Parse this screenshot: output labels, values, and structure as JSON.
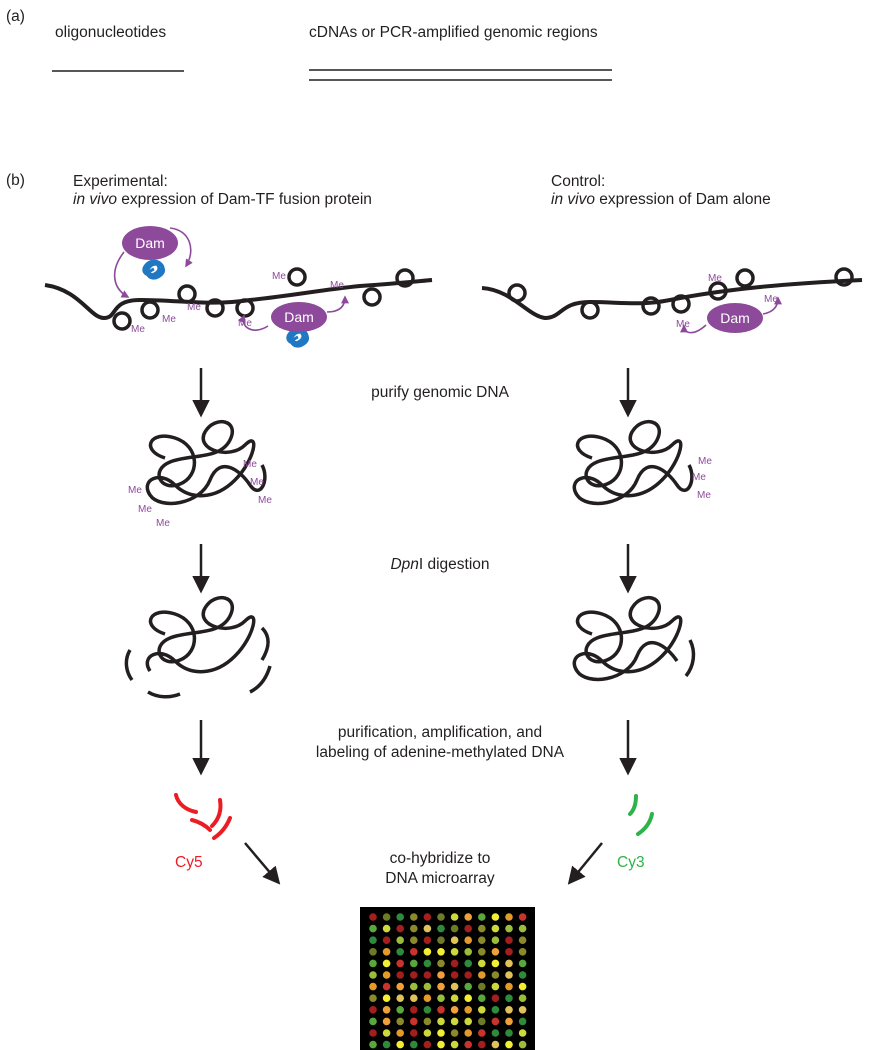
{
  "panel_a": {
    "label": "(a)",
    "oligo_label": "oligonucleotides",
    "cdna_label": "cDNAs or PCR-amplified genomic regions"
  },
  "panel_b": {
    "label": "(b)",
    "experimental": {
      "title": "Experimental:",
      "subtitle_italic": "in vivo",
      "subtitle_rest": " expression of Dam-TF fusion protein"
    },
    "control": {
      "title": "Control:",
      "subtitle_italic": "in vivo",
      "subtitle_rest": " expression of Dam alone"
    },
    "dam_label": "Dam",
    "me_label": "Me",
    "step1": "purify genomic DNA",
    "step2_italic": "Dpn",
    "step2_rest": "I digestion",
    "step3_line1": "purification, amplification, and",
    "step3_line2": "labeling of adenine-methylated DNA",
    "cy5_label": "Cy5",
    "cy3_label": "Cy3",
    "step4_line1": "co-hybridize to",
    "step4_line2": "DNA microarray"
  },
  "colors": {
    "dna": "#231f20",
    "dam": "#8e4a9a",
    "tf": "#1f78c1",
    "cy5": "#ec1c24",
    "cy3": "#2db34a",
    "array_bg": "#000000"
  },
  "microarray": {
    "rows": 12,
    "cols": 12,
    "palette": [
      "#cdd83a",
      "#2e8b3c",
      "#8a8a2a",
      "#e49a2a",
      "#f2ef32",
      "#a31e1e",
      "#6e7b26",
      "#5aa83c",
      "#e0c25a",
      "#c9332e",
      "#f0a03a",
      "#9bbd3a"
    ]
  }
}
